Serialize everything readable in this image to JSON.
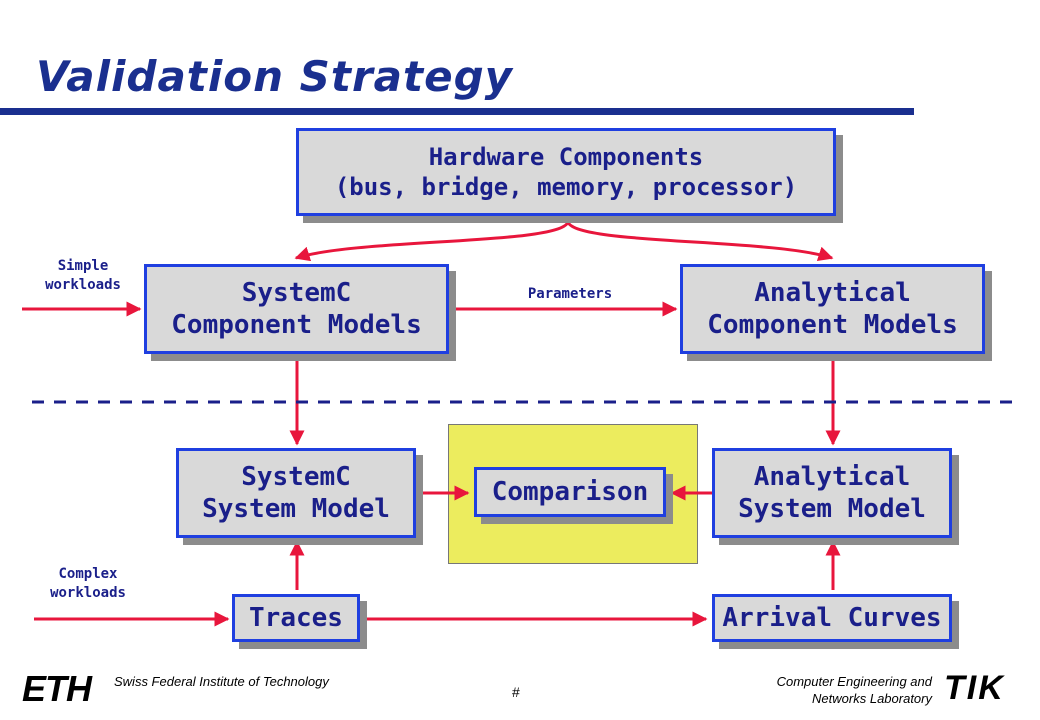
{
  "slide": {
    "title": "Validation Strategy"
  },
  "boxes": {
    "hardware": "Hardware Components\n(bus, bridge, memory, processor)",
    "systemc_components": "SystemC\nComponent Models",
    "analytical_components": "Analytical\nComponent Models",
    "systemc_system": "SystemC\nSystem Model",
    "comparison": "Comparison",
    "analytical_system": "Analytical\nSystem Model",
    "traces": "Traces",
    "arrival_curves": "Arrival Curves"
  },
  "labels": {
    "simple_workloads": "Simple\nworkloads",
    "parameters": "Parameters",
    "complex_workloads": "Complex\nworkloads"
  },
  "footer": {
    "left_logo": "ETH",
    "left_text": "Swiss Federal\nInstitute of Technology",
    "page_number": "#",
    "right_text": "Computer Engineering\nand Networks Laboratory",
    "right_logo": "TIK"
  },
  "colors": {
    "title": "#1a2f8f",
    "box_border": "#1f3fe0",
    "box_fill": "#d9d9d9",
    "arrow": "#e8163c",
    "comparison_area": "#ecec5e"
  }
}
